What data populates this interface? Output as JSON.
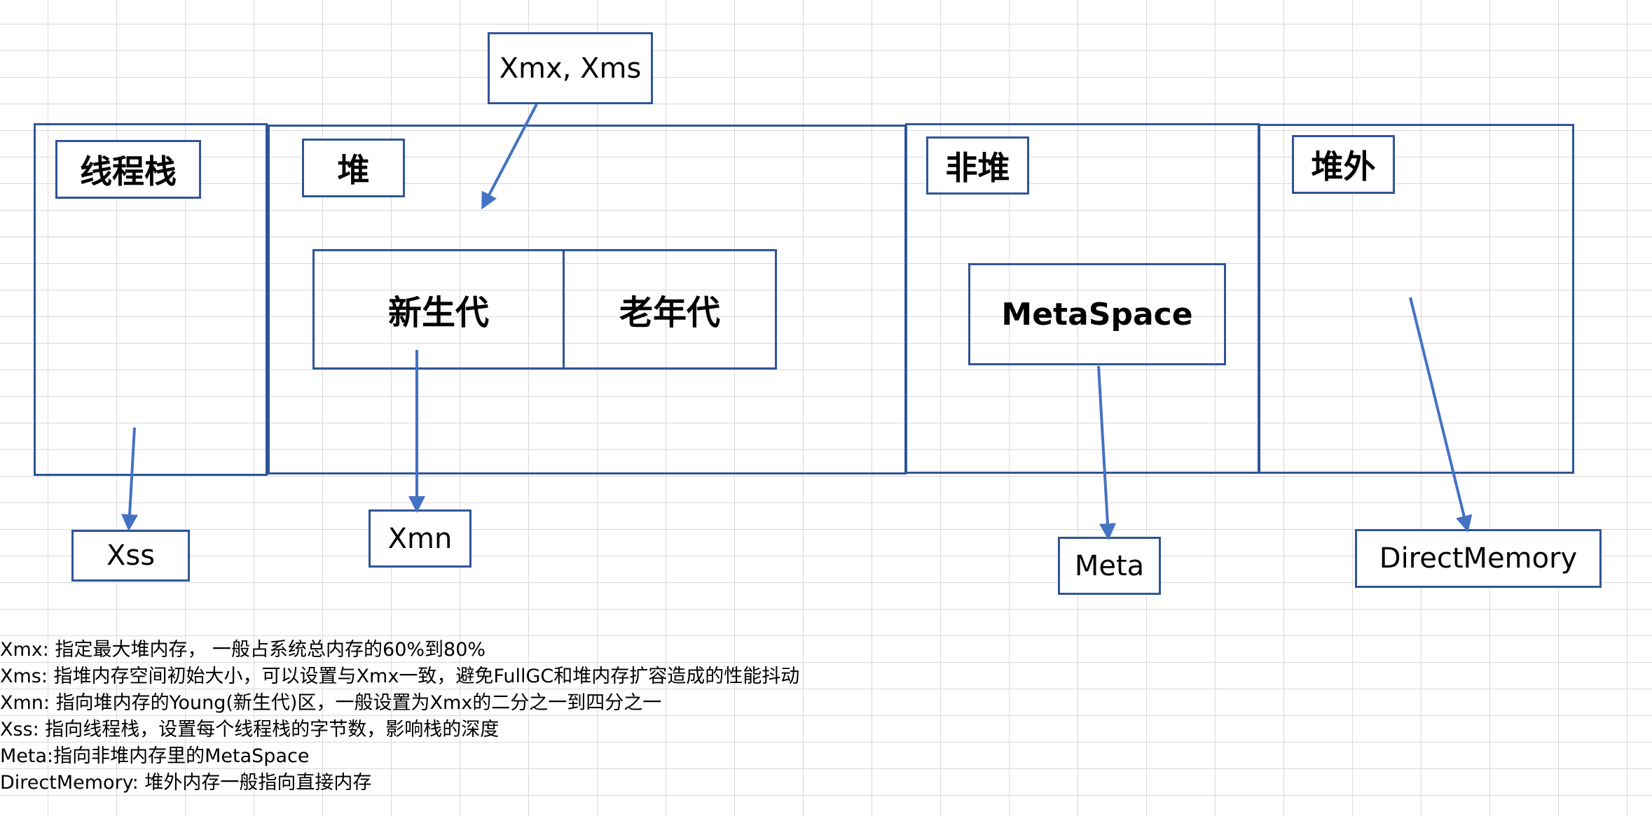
{
  "regions": {
    "thread_stack": {
      "label": "线程栈"
    },
    "heap": {
      "label": "堆"
    },
    "non_heap": {
      "label": "非堆"
    },
    "off_heap": {
      "label": "堆外"
    }
  },
  "heap_generations": {
    "young": "新生代",
    "old": "老年代"
  },
  "metaspace": {
    "label": "MetaSpace"
  },
  "params": {
    "xmx_xms": "Xmx, Xms",
    "xss": "Xss",
    "xmn": "Xmn",
    "meta": "Meta",
    "direct_memory": "DirectMemory"
  },
  "notes": [
    "Xmx: 指定最大堆内存， 一般占系统总内存的60%到80%",
    "Xms: 指堆内存空间初始大小，可以设置与Xmx一致，避免FullGC和堆内存扩容造成的性能抖动",
    "Xmn: 指向堆内存的Young(新生代)区，一般设置为Xmx的二分之一到四分之一",
    "Xss: 指向线程栈，设置每个线程栈的字节数，影响栈的深度",
    "Meta:指向非堆内存里的MetaSpace",
    "DirectMemory: 堆外内存一般指向直接内存"
  ],
  "colors": {
    "box_border": "#2f5597",
    "arrow": "#4472c4"
  }
}
